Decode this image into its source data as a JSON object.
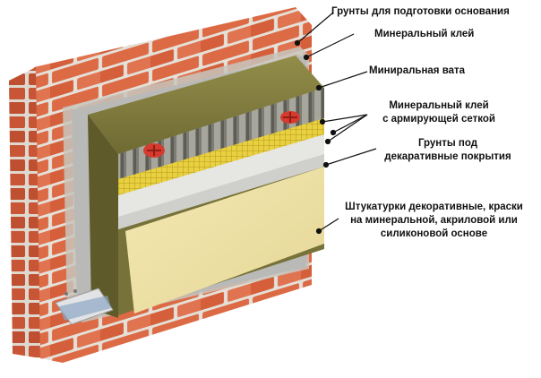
{
  "labels": {
    "primer_base": "Грунты для подготовки основания",
    "mineral_glue": "Минеральный клей",
    "mineral_wool": "Миниральная вата",
    "glue_mesh": [
      "Минеральный клей",
      "с армирующей сеткой"
    ],
    "primer_decor": [
      "Грунты под",
      "декаративные покрытия"
    ],
    "plaster": [
      "Штукатурки декоративные, краски",
      "на минеральной, акриловой или",
      "силиконовой основе"
    ]
  },
  "colors": {
    "brick": "#d9633f",
    "mortar": "#e8e4de",
    "glue": "#c9cccc",
    "wool": "#7f7a3c",
    "mesh": "#e9d54a",
    "primer": "#e6e6e6",
    "plaster": "#efe3a7",
    "dowel": "#d73b2f"
  },
  "icons": [
    "dowel-icon",
    "profile-rail-icon"
  ]
}
